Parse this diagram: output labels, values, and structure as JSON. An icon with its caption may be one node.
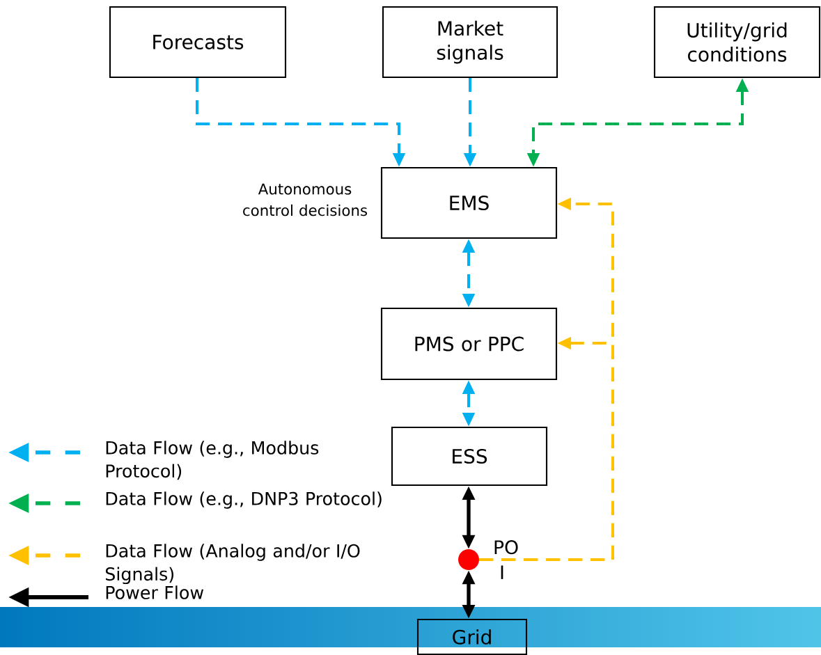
{
  "diagram": {
    "nodes": [
      {
        "text": [
          "Forecasts"
        ]
      },
      {
        "text": [
          "Market signals"
        ]
      },
      {
        "text": [
          "Utility/grid conditions"
        ]
      },
      {
        "text": [
          "EMS"
        ],
        "beside": [
          "Autonomous control decisions"
        ]
      },
      {
        "text": [
          "PMS or PPC"
        ]
      },
      {
        "text": [
          "ESS"
        ]
      },
      {
        "text": [],
        "shape": "circle",
        "beside": [
          "PO I"
        ]
      },
      {
        "text": [
          "Grid"
        ]
      }
    ],
    "edges": [
      {
        "from": 0,
        "to": 3,
        "arrow": "to",
        "style": "dashed"
      },
      {
        "from": 1,
        "to": 3,
        "arrow": "to",
        "style": "dashed"
      },
      {
        "from": 2,
        "to": 3,
        "arrow": "both",
        "style": "dashed",
        "color": "#00b050"
      },
      {
        "from": 3,
        "to": 4,
        "arrow": "both",
        "style": "dashed"
      },
      {
        "from": 4,
        "to": 5,
        "arrow": "both",
        "style": "dashed"
      },
      {
        "from": 5,
        "to": 6,
        "arrow": "both",
        "color": "#000000"
      },
      {
        "from": 6,
        "to": 7,
        "arrow": "both",
        "color": "#000000"
      },
      {
        "from": 6,
        "to": 3,
        "arrow": "to",
        "style": "dashed",
        "color": "#ffc000"
      },
      {
        "from": 6,
        "to": 4,
        "arrow": "to",
        "style": "dashed",
        "color": "#ffc000"
      }
    ],
    "legend": [
      {
        "text": "Data Flow (e.g., Modbus Protocol)"
      },
      {
        "text": "Data Flow (e.g., DNP3 Protocol)"
      },
      {
        "text": "Data Flow (Analog and/or I/O Signals)"
      },
      {
        "text": "Power Flow"
      }
    ]
  }
}
